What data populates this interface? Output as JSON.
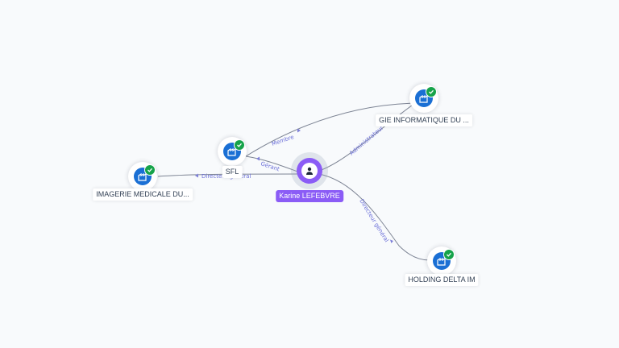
{
  "person": {
    "name": "Karine LEFEBVRE",
    "icon": "person-icon",
    "color": "#8b5cf6"
  },
  "companies": [
    {
      "name": "SFL",
      "icon": "company-building-icon",
      "status_icon": "verified-check-icon"
    },
    {
      "name": "IMAGERIE MEDICALE DU...",
      "icon": "company-building-icon",
      "status_icon": "verified-check-icon"
    },
    {
      "name": "GIE INFORMATIQUE DU ...",
      "icon": "company-building-icon",
      "status_icon": "verified-check-icon"
    },
    {
      "name": "HOLDING DELTA IM",
      "icon": "company-building-icon",
      "status_icon": "verified-check-icon"
    }
  ],
  "relations": [
    {
      "from": "Karine LEFEBVRE",
      "to": "SFL",
      "label": "Gérant"
    },
    {
      "from": "Karine LEFEBVRE",
      "to": "IMAGERIE MEDICALE DU...",
      "label": "Directeur général"
    },
    {
      "from": "SFL",
      "to": "GIE INFORMATIQUE DU ...",
      "label": "Membre"
    },
    {
      "from": "Karine LEFEBVRE",
      "to": "GIE INFORMATIQUE DU ...",
      "label": "Administrateur"
    },
    {
      "from": "Karine LEFEBVRE",
      "to": "HOLDING DELTA IM",
      "label": "Directeur général"
    }
  ],
  "colors": {
    "company": "#1a6fd4",
    "verified": "#16a34a",
    "edge": "#7d8494",
    "edge_label": "#6b6fd8"
  }
}
